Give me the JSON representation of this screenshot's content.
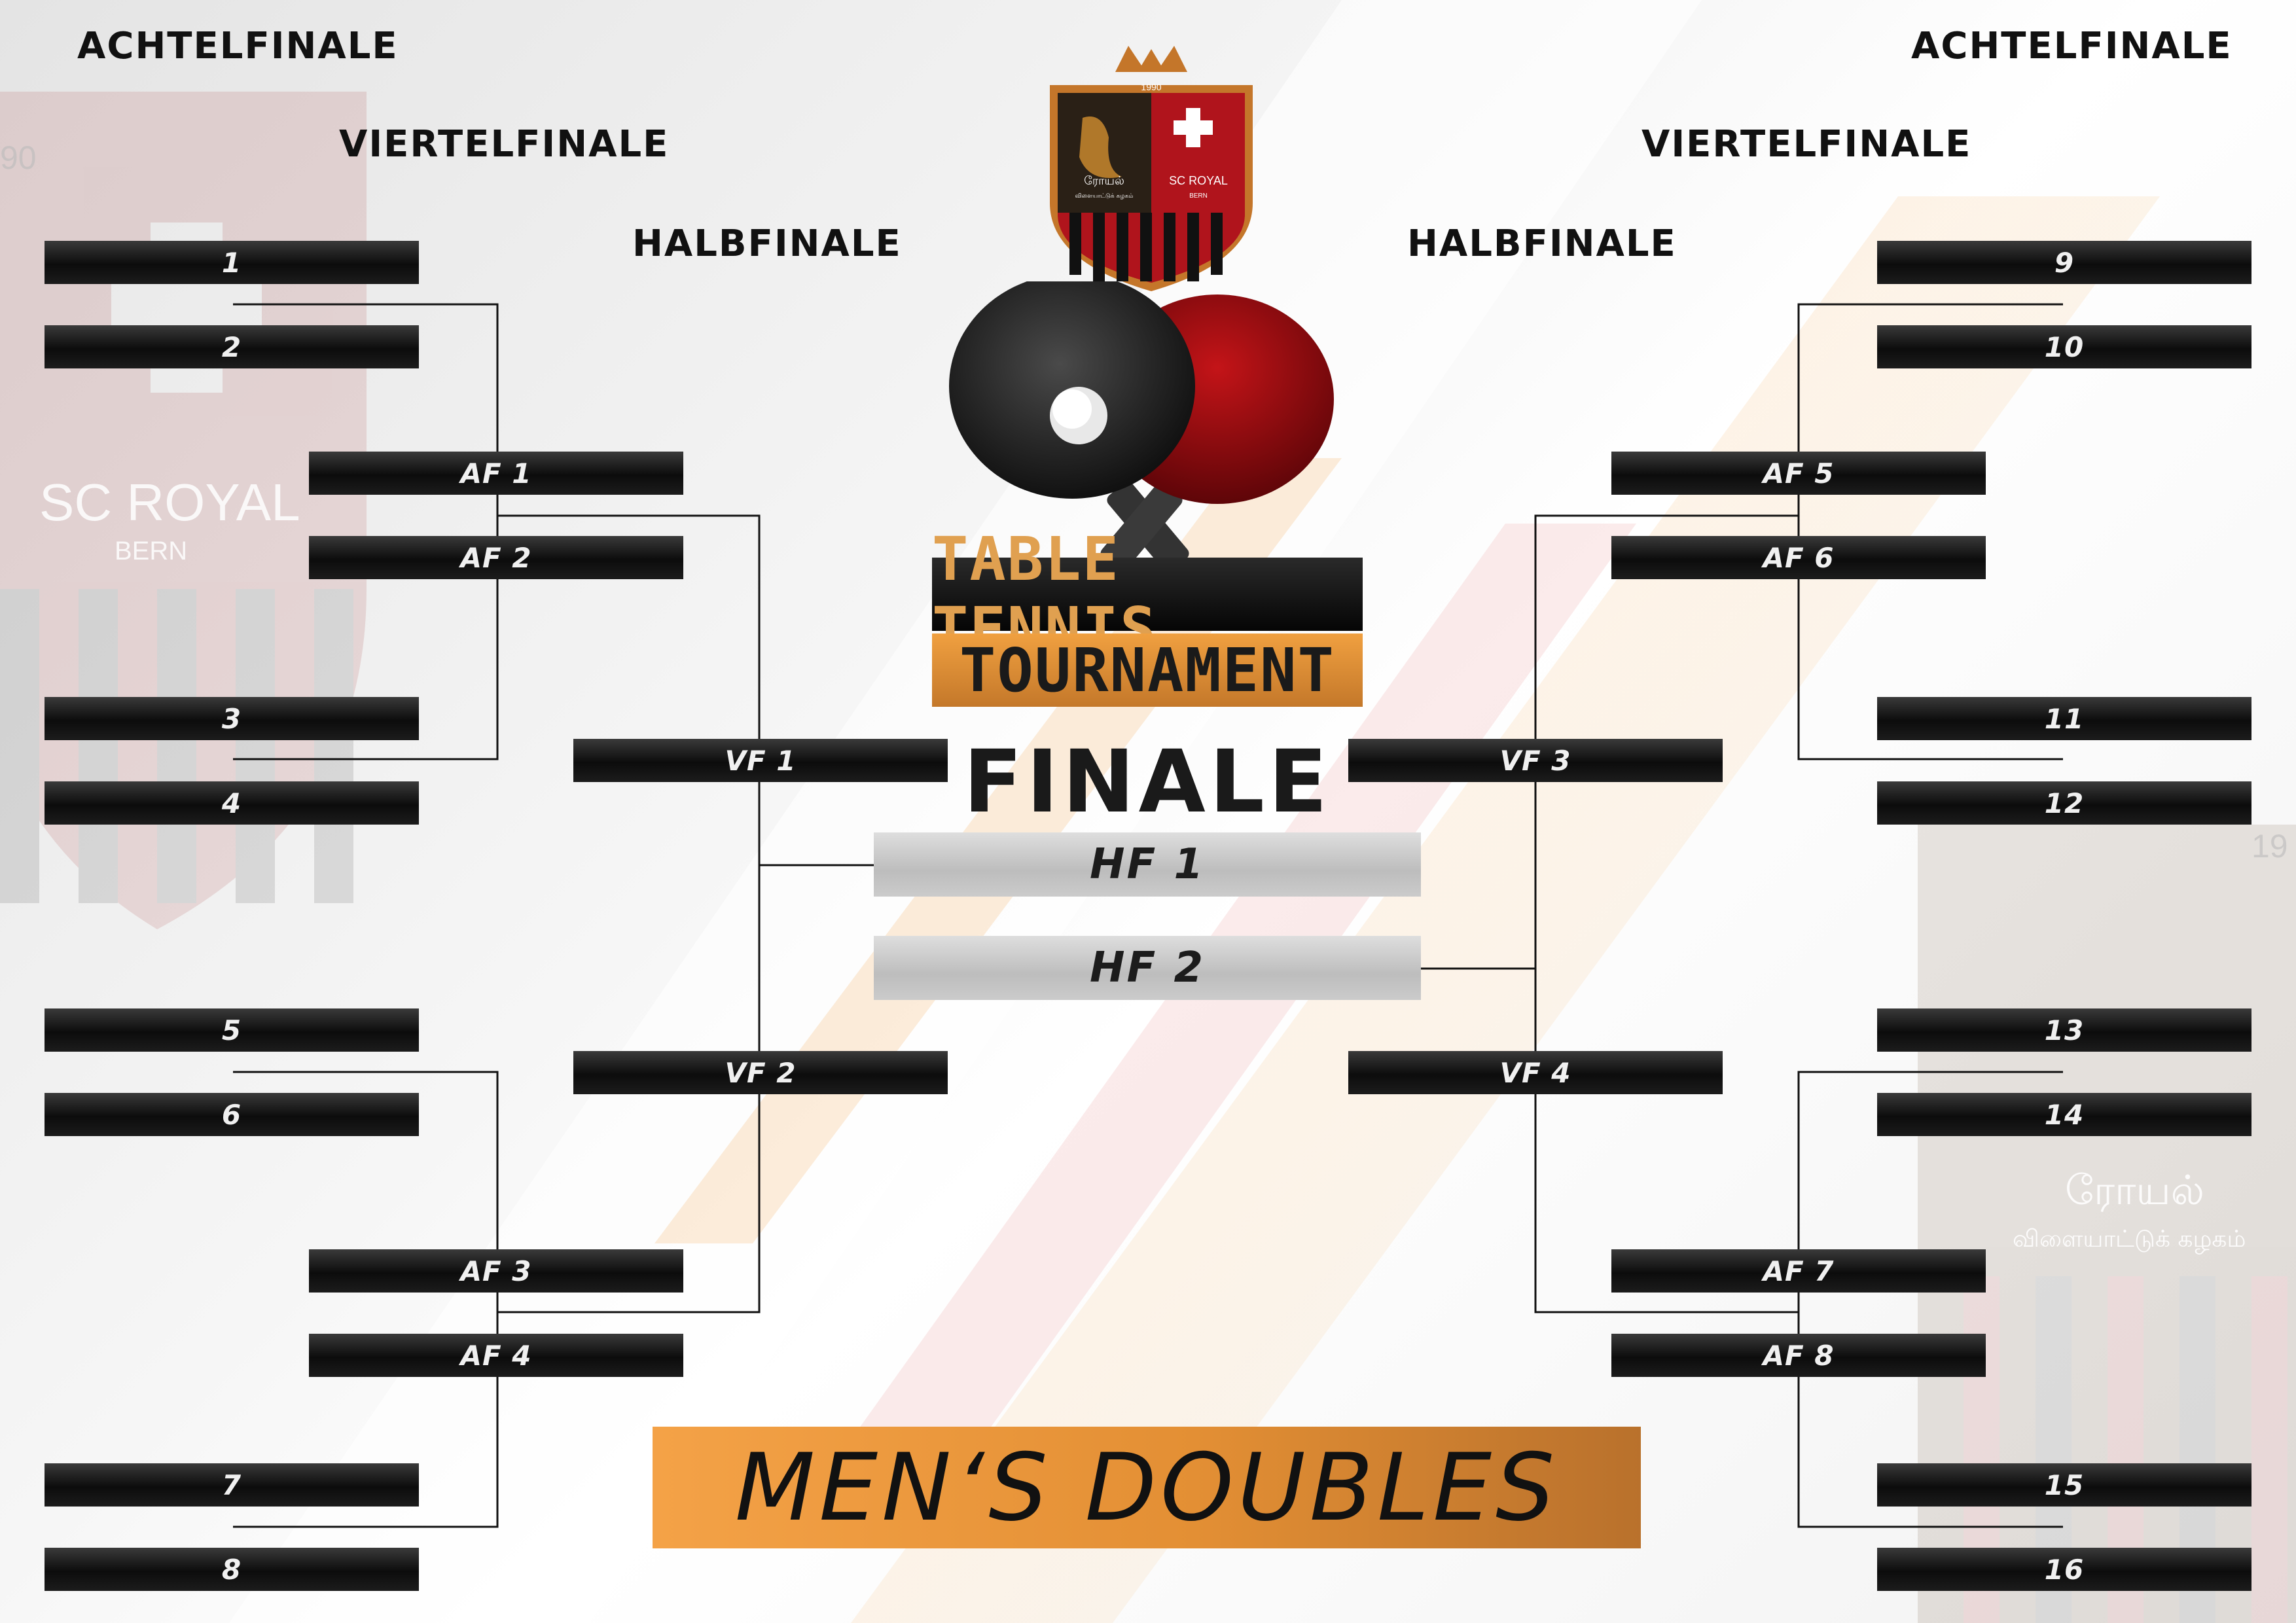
{
  "rounds": {
    "left": {
      "achtelfinale": "ACHTELFINALE",
      "viertelfinale": "VIERTELFINALE",
      "halbfinale": "HALBFINALE"
    },
    "right": {
      "achtelfinale": "ACHTELFINALE",
      "viertelfinale": "VIERTELFINALE",
      "halbfinale": "HALBFINALE"
    }
  },
  "logo": {
    "year": "1990",
    "name": "SC ROYAL",
    "city": "BERN",
    "tamil_name": "ரோயல்",
    "tamil_sub": "விளையாட்டுக் கழகம்"
  },
  "watermark": {
    "left_name": "SC ROYAL",
    "left_city": "BERN",
    "left_year": "90",
    "right_year": "19",
    "right_tamil_name": "ரோயல்",
    "right_tamil_sub": "விளையாட்டுக் கழகம்"
  },
  "title": {
    "line1": "TABLE TENNIS",
    "line2": "TOURNAMENT"
  },
  "finale": {
    "label": "FINALE",
    "slot1": "HF 1",
    "slot2": "HF 2"
  },
  "left": {
    "r16": [
      "1",
      "2",
      "3",
      "4",
      "5",
      "6",
      "7",
      "8"
    ],
    "af": [
      "AF 1",
      "AF 2",
      "AF 3",
      "AF 4"
    ],
    "vf": [
      "VF 1",
      "VF 2"
    ]
  },
  "right": {
    "r16": [
      "9",
      "10",
      "11",
      "12",
      "13",
      "14",
      "15",
      "16"
    ],
    "af": [
      "AF 5",
      "AF 6",
      "AF 7",
      "AF 8"
    ],
    "vf": [
      "VF 3",
      "VF 4"
    ]
  },
  "category": "MEN‘S DOUBLES",
  "colors": {
    "accent_orange": "#e8963a",
    "club_red": "#c0141c",
    "slot_black": "#111111",
    "hf_grey": "#c8c8c8"
  }
}
